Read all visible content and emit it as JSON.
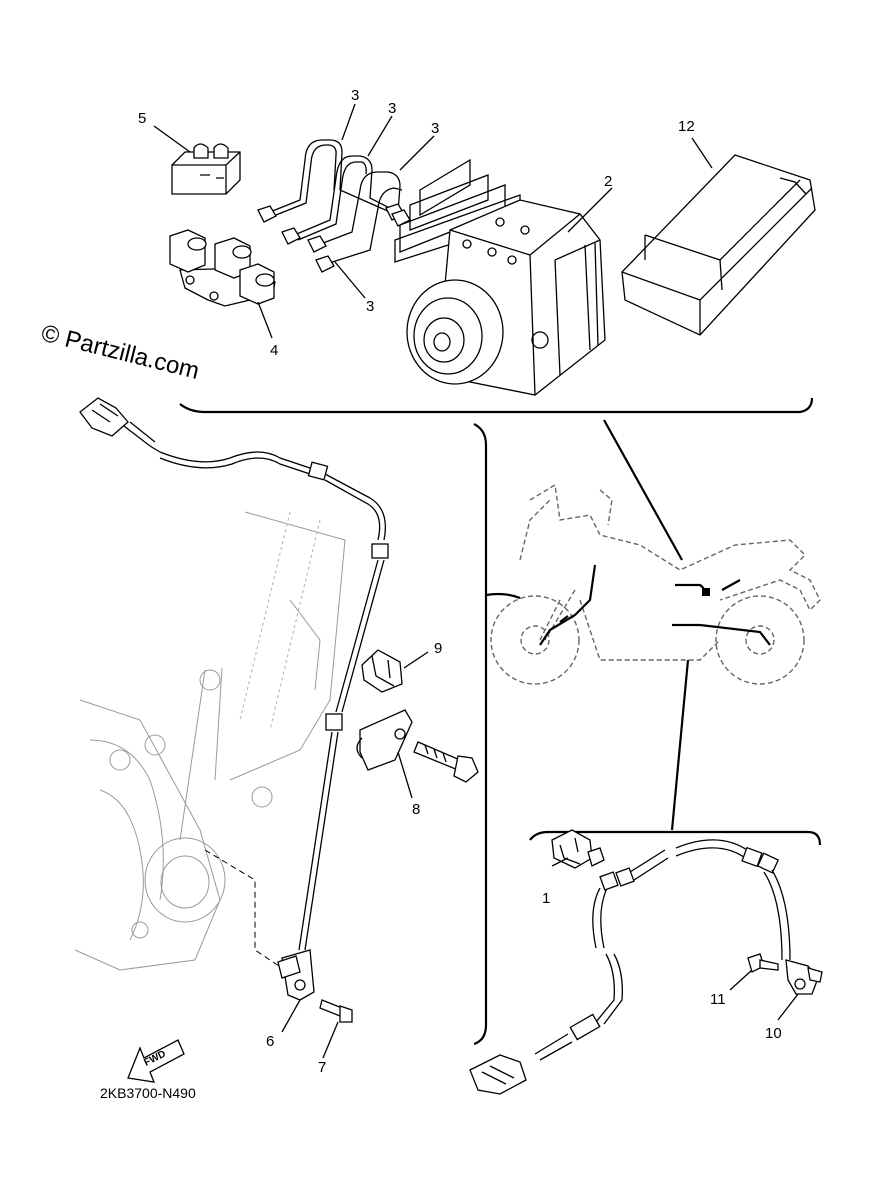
{
  "watermark": "© Partzilla.com",
  "diagram_code": "2KB3700-N490",
  "fwd_label": "FWD",
  "callouts": {
    "c1": "1",
    "c2": "2",
    "c3a": "3",
    "c3b": "3",
    "c3c": "3",
    "c3d": "3",
    "c4": "4",
    "c5": "5",
    "c6": "6",
    "c7": "7",
    "c8": "8",
    "c9": "9",
    "c10": "10",
    "c11": "11",
    "c12": "12"
  },
  "colors": {
    "line": "#000000",
    "ghost": "#9a9a9a",
    "background": "#ffffff"
  }
}
